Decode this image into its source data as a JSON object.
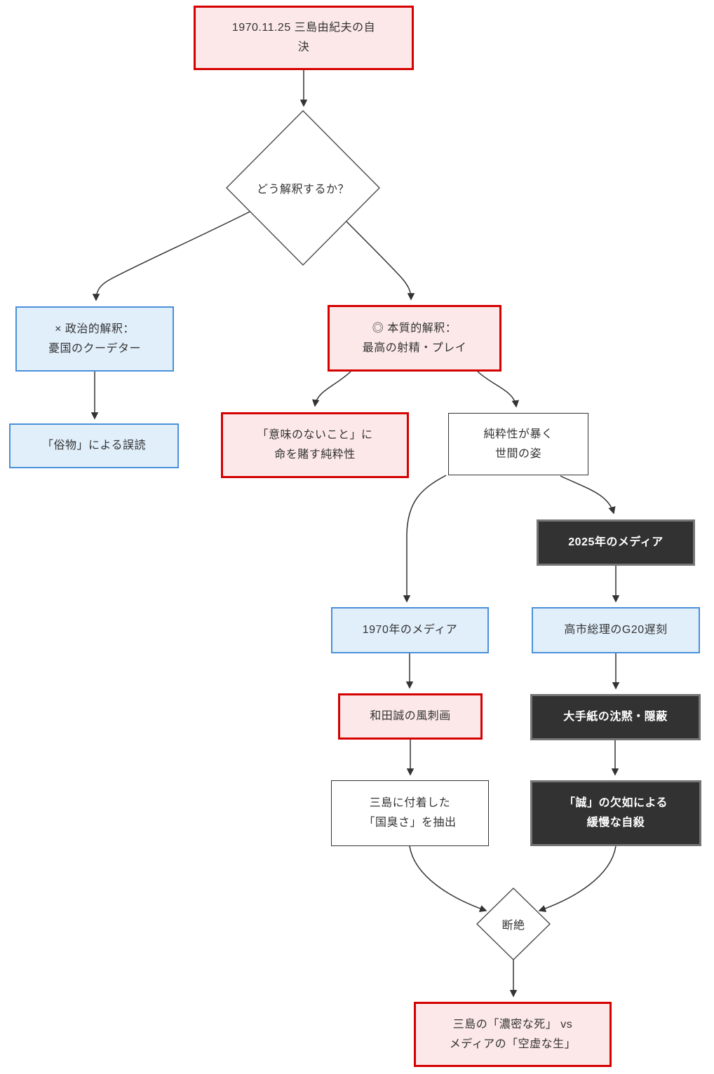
{
  "diagram": {
    "type": "flowchart",
    "direction": "top-down",
    "colors": {
      "highlight_fill": "#fce8e8",
      "highlight_border": "#d50000",
      "info_fill": "#e1effb",
      "info_border": "#4a90d9",
      "dark_fill": "#323232",
      "dark_border": "#757575",
      "plain_border": "#333333",
      "arrow": "#333333",
      "text": "#333333",
      "text_on_dark": "#ffffff"
    },
    "nodes": {
      "start": {
        "style": "pink",
        "lines": [
          "1970.11.25 三島由紀夫の自",
          "決"
        ]
      },
      "interpret": {
        "style": "decision",
        "lines": [
          "どう解釈するか？"
        ]
      },
      "political": {
        "style": "blue",
        "lines": [
          "× 政治的解釈：",
          "憂国のクーデター"
        ]
      },
      "misread": {
        "style": "blue",
        "lines": [
          "「俗物」による誤読"
        ]
      },
      "essential": {
        "style": "pink",
        "lines": [
          "◎ 本質的解釈：",
          "最高の射精・プレイ"
        ]
      },
      "purity": {
        "style": "pink",
        "lines": [
          "「意味のないこと」に",
          "命を賭す純粋性"
        ]
      },
      "expose": {
        "style": "plain",
        "lines": [
          "純粋性が暴く",
          "世間の姿"
        ]
      },
      "media1970": {
        "style": "blue",
        "lines": [
          "1970年のメディア"
        ]
      },
      "media2025": {
        "style": "dark",
        "lines": [
          "2025年のメディア"
        ]
      },
      "wada": {
        "style": "pink",
        "lines": [
          "和田誠の風刺画"
        ]
      },
      "takaichi": {
        "style": "blue",
        "lines": [
          "高市総理のG20遅刻"
        ]
      },
      "kunikusa": {
        "style": "plain",
        "lines": [
          "三島に付着した",
          "「国臭さ」を抽出"
        ]
      },
      "silence": {
        "style": "dark",
        "lines": [
          "大手紙の沈黙・隠蔽"
        ]
      },
      "slow_suicide": {
        "style": "dark",
        "lines": [
          "「誠」の欠如による",
          "緩慢な自殺"
        ]
      },
      "rupture": {
        "style": "decision",
        "lines": [
          "断絶"
        ]
      },
      "conclusion": {
        "style": "pink",
        "lines": [
          "三島の「濃密な死」 vs",
          "メディアの「空虚な生」"
        ]
      }
    },
    "edges": [
      {
        "from": "start",
        "to": "interpret"
      },
      {
        "from": "interpret",
        "to": "political"
      },
      {
        "from": "interpret",
        "to": "essential"
      },
      {
        "from": "political",
        "to": "misread"
      },
      {
        "from": "essential",
        "to": "purity"
      },
      {
        "from": "essential",
        "to": "expose"
      },
      {
        "from": "expose",
        "to": "media1970"
      },
      {
        "from": "expose",
        "to": "media2025"
      },
      {
        "from": "media2025",
        "to": "takaichi"
      },
      {
        "from": "media1970",
        "to": "wada"
      },
      {
        "from": "takaichi",
        "to": "silence"
      },
      {
        "from": "wada",
        "to": "kunikusa"
      },
      {
        "from": "silence",
        "to": "slow_suicide"
      },
      {
        "from": "kunikusa",
        "to": "rupture"
      },
      {
        "from": "slow_suicide",
        "to": "rupture"
      },
      {
        "from": "rupture",
        "to": "conclusion"
      }
    ]
  }
}
